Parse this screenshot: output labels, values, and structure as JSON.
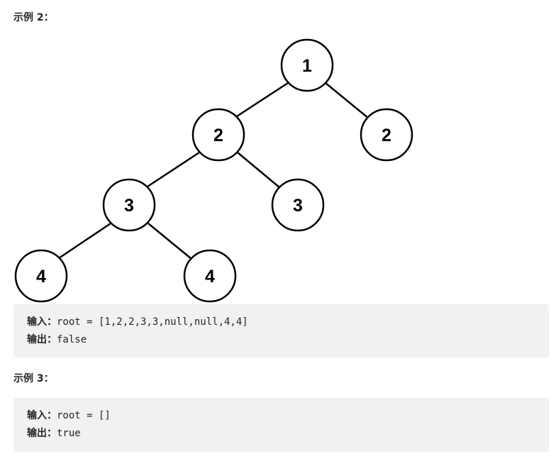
{
  "example2": {
    "heading": "示例 2：",
    "tree": {
      "nodes": [
        {
          "id": "n1",
          "label": "1"
        },
        {
          "id": "n2",
          "label": "2"
        },
        {
          "id": "n3",
          "label": "2"
        },
        {
          "id": "n4",
          "label": "3"
        },
        {
          "id": "n5",
          "label": "3"
        },
        {
          "id": "n6",
          "label": "4"
        },
        {
          "id": "n7",
          "label": "4"
        }
      ]
    },
    "input_label": "输入：",
    "input_value": "root = [1,2,2,3,3,null,null,4,4]",
    "output_label": "输出：",
    "output_value": "false"
  },
  "example3": {
    "heading": "示例 3：",
    "input_label": "输入：",
    "input_value": "root = []",
    "output_label": "输出：",
    "output_value": "true"
  }
}
